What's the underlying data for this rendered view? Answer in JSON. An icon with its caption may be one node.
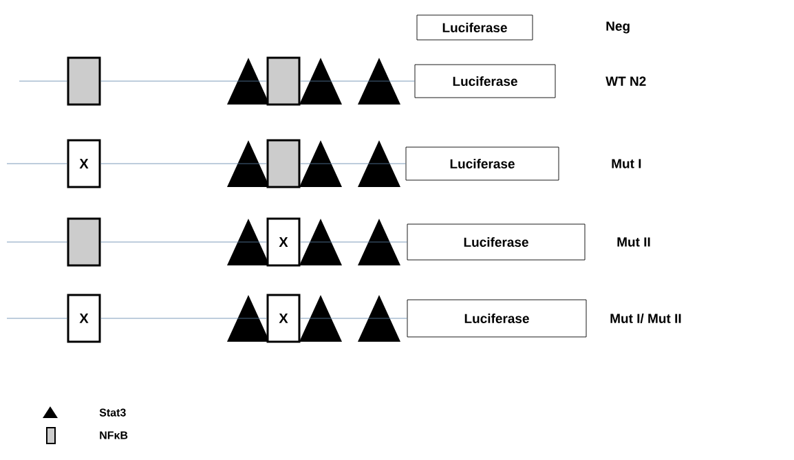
{
  "diagram": {
    "nodes": [
      {
        "text": [
          "Luciferase"
        ]
      },
      {
        "text": [],
        "shape": "box"
      },
      {
        "text": [],
        "shape": "box"
      },
      {
        "text": [
          "Luciferase"
        ]
      },
      {
        "text": [
          "X"
        ]
      },
      {
        "text": [],
        "shape": "box"
      },
      {
        "text": [
          "Luciferase"
        ]
      },
      {
        "text": [],
        "shape": "box"
      },
      {
        "text": [
          "X"
        ]
      },
      {
        "text": [
          "Luciferase"
        ]
      },
      {
        "text": [
          "X"
        ]
      },
      {
        "text": [
          "X"
        ]
      },
      {
        "text": [
          "Luciferase"
        ]
      }
    ],
    "labels": [
      "Neg",
      "WT N2",
      "Mut I",
      "Mut II",
      "Mut I/ Mut  II"
    ],
    "edges": [
      {
        "from": null,
        "to": 1,
        "arrow": "none"
      },
      {
        "from": 1,
        "to": 2,
        "arrow": "none"
      },
      {
        "from": 2,
        "to": 3,
        "arrow": "none"
      },
      {
        "from": null,
        "to": 4,
        "arrow": "none"
      },
      {
        "from": 4,
        "to": 5,
        "arrow": "none"
      },
      {
        "from": 5,
        "to": 6,
        "arrow": "none"
      },
      {
        "from": null,
        "to": 7,
        "arrow": "none"
      },
      {
        "from": 7,
        "to": 8,
        "arrow": "none"
      },
      {
        "from": 8,
        "to": 9,
        "arrow": "none"
      },
      {
        "from": null,
        "to": 10,
        "arrow": "none"
      },
      {
        "from": 10,
        "to": 11,
        "arrow": "none"
      },
      {
        "from": 11,
        "to": 12,
        "arrow": "none"
      }
    ],
    "legend": [
      {
        "text": "Stat3"
      },
      {
        "text": "NFκB"
      }
    ]
  }
}
